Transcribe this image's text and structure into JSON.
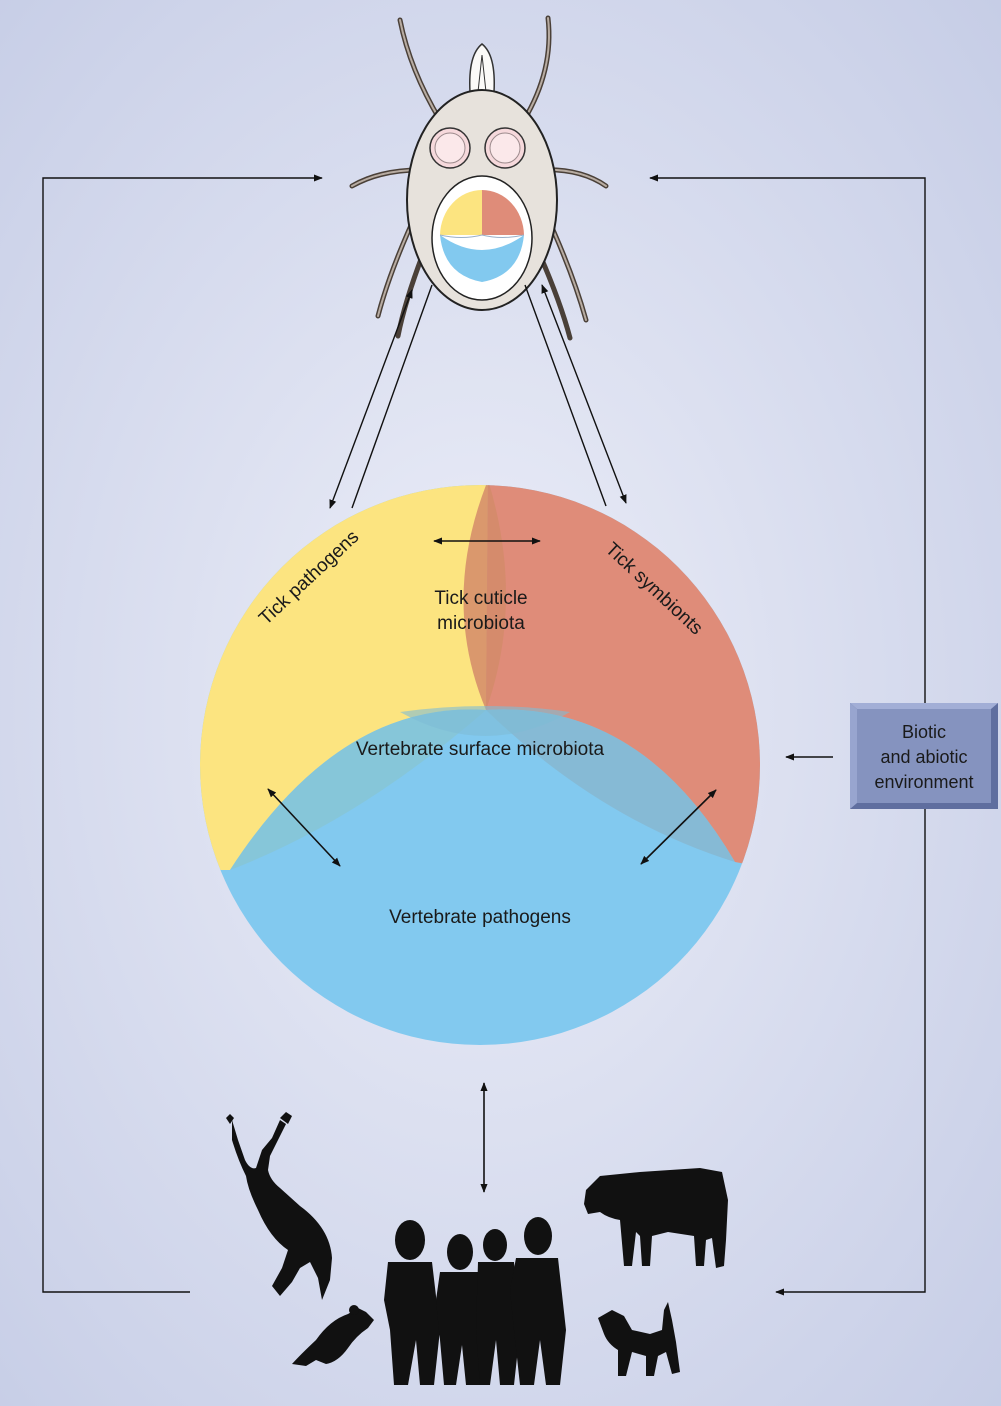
{
  "labels": {
    "tick_pathogens": "Tick pathogens",
    "tick_symbionts": "Tick symbionts",
    "tick_cuticle_line1": "Tick cuticle",
    "tick_cuticle_line2": "microbiota",
    "vertebrate_surface": "Vertebrate surface microbiota",
    "vertebrate_pathogens": "Vertebrate pathogens"
  },
  "environment_box": {
    "line1": "Biotic",
    "line2": "and abiotic",
    "line3": "environment"
  },
  "colors": {
    "background_center": "#e9ecf6",
    "background_edge": "#c6cde6",
    "yellow_region": "#fce480",
    "red_region": "#df8c79",
    "blue_region": "#82c9ef",
    "env_box": "#8593bf",
    "silhouette": "#111111"
  },
  "icons": [
    "tick-icon",
    "deer-icon",
    "rodent-icon",
    "humans-icon",
    "cow-icon",
    "dog-icon"
  ]
}
